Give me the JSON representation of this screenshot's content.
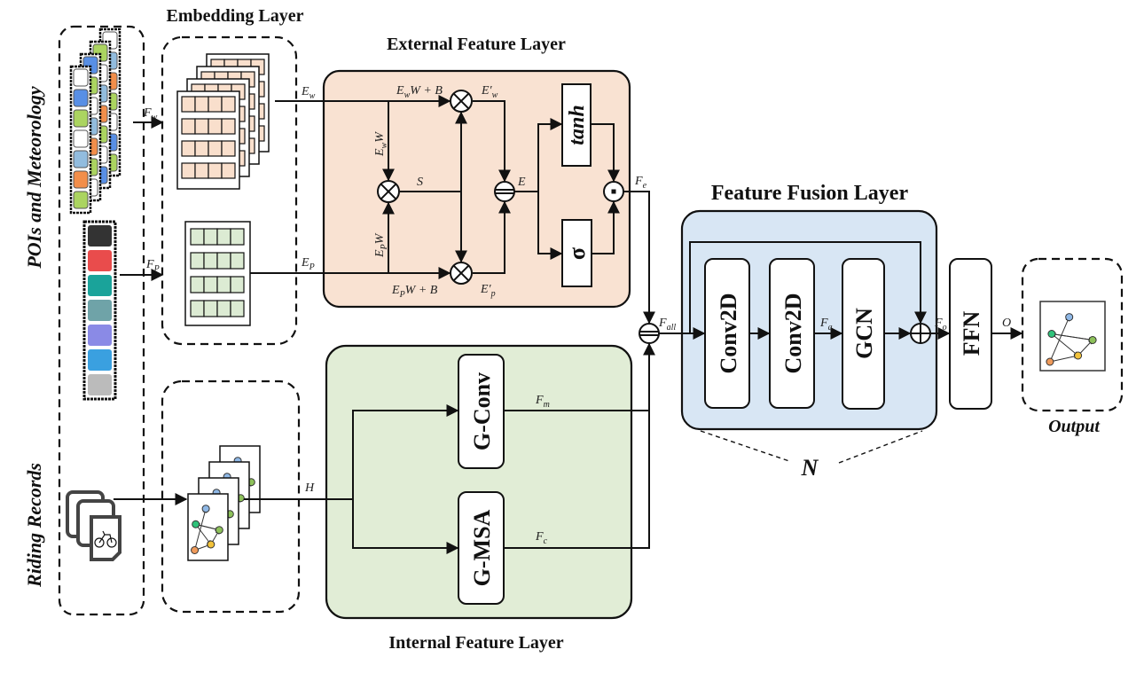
{
  "titles": {
    "embedding": "Embedding Layer",
    "external": "External Feature Layer",
    "fusion": "Feature Fusion Layer",
    "internal": "Internal Feature Layer",
    "pois": "POIs and Meteorology",
    "riding": "Riding Records",
    "output": "Output"
  },
  "blocks": {
    "tanh": "tanh",
    "sigma": "σ",
    "gconv": "G-Conv",
    "gmsa": "G-MSA",
    "conv2d_1": "Conv2D",
    "conv2d_2": "Conv2D",
    "gcn": "GCN",
    "ffn": "FFN",
    "repeat": "N"
  },
  "labels": {
    "fw": {
      "base": "F",
      "sub": "w"
    },
    "fp": {
      "base": "F",
      "sub": "P"
    },
    "ew": {
      "base": "E",
      "sub": "w"
    },
    "ep": {
      "base": "E",
      "sub": "P"
    },
    "ewwb": {
      "base": "E",
      "sub": "w",
      "rest": "W + B"
    },
    "ewprime": {
      "base": "E′",
      "sub": "w"
    },
    "eww": {
      "base": "E",
      "sub": "w",
      "rest": "W"
    },
    "s": {
      "base": "S"
    },
    "e": {
      "base": "E"
    },
    "fe": {
      "base": "F",
      "sub": "e"
    },
    "epw": {
      "base": "E",
      "sub": "P",
      "rest": "W"
    },
    "epwb": {
      "base": "E",
      "sub": "P",
      "rest": "W + B"
    },
    "epprime": {
      "base": "E′",
      "sub": "p"
    },
    "h": {
      "base": "H"
    },
    "fm": {
      "base": "F",
      "sub": "m"
    },
    "fc": {
      "base": "F",
      "sub": "c"
    },
    "fall": {
      "base": "F",
      "sub": "all"
    },
    "fa": {
      "base": "F",
      "sub": "a"
    },
    "fo": {
      "base": "F",
      "sub": "o"
    },
    "o": {
      "base": "O"
    }
  },
  "operators": {
    "multiply": "⊗",
    "concat": "⊜",
    "add": "⊕",
    "hadamard": "⊙"
  },
  "colors": {
    "external_fill": "#f9e2d2",
    "internal_fill": "#e1edd6",
    "fusion_fill": "#d8e6f4",
    "weather_cell": "#f9dfcc",
    "poi_cell": "#dcebd3",
    "node_blue": "#8fb8e6",
    "node_green": "#2fc27a",
    "node_lime": "#8dc15a",
    "node_yellow": "#f2c23a",
    "node_orange": "#ef9a5a"
  }
}
